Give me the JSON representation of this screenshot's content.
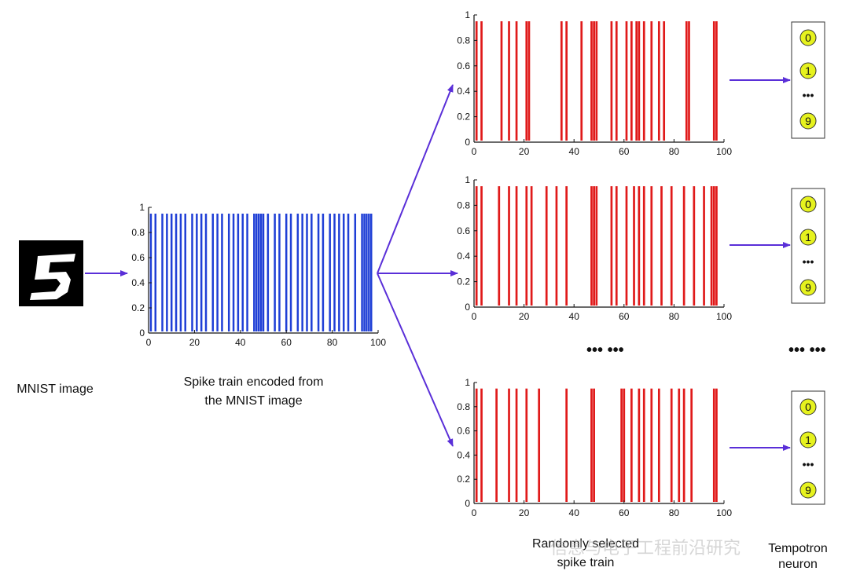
{
  "labels": {
    "mnist_image": "MNIST image",
    "encoded_line1": "Spike train encoded from",
    "encoded_line2": "the MNIST image",
    "selected_line1": "Randomly selected",
    "selected_line2": "spike train",
    "neuron_line1": "Tempotron",
    "neuron_line2": "neuron",
    "watermark": "信息与电子工程前沿研究"
  },
  "ellipsis": "••• •••",
  "neuron_ellipsis": "••• •••",
  "neuron_labels": [
    "0",
    "1",
    "•••",
    "9"
  ],
  "colors": {
    "encoded": "#1f3fd6",
    "selected": "#e01a1a",
    "arrow": "#5a2fd8",
    "neuron_fill": "#e6f21e",
    "axis": "#111111"
  },
  "chart_data": [
    {
      "type": "bar",
      "name": "encoded",
      "xlim": [
        0,
        100
      ],
      "ylim": [
        0,
        1
      ],
      "xticks": [
        0,
        20,
        40,
        60,
        80,
        100
      ],
      "yticks": [
        0,
        0.2,
        0.4,
        0.6,
        0.8,
        1
      ],
      "spike_height": 0.95,
      "spikes": [
        1,
        3,
        6,
        8,
        10,
        12,
        14,
        16,
        19,
        21,
        23,
        25,
        28,
        30,
        32,
        35,
        37,
        39,
        41,
        43,
        46,
        47,
        48,
        49,
        50,
        52,
        55,
        57,
        60,
        62,
        65,
        67,
        69,
        71,
        74,
        76,
        79,
        81,
        83,
        85,
        87,
        90,
        93,
        94,
        95,
        96,
        97
      ]
    },
    {
      "type": "bar",
      "name": "selected-1",
      "xlim": [
        0,
        100
      ],
      "ylim": [
        0,
        1
      ],
      "xticks": [
        0,
        20,
        40,
        60,
        80,
        100
      ],
      "yticks": [
        0,
        0.2,
        0.4,
        0.6,
        0.8,
        1
      ],
      "spike_height": 0.95,
      "spikes": [
        1,
        3,
        11,
        14,
        17,
        21,
        22,
        35,
        37,
        43,
        47,
        48,
        49,
        55,
        57,
        61,
        63,
        65,
        66,
        68,
        71,
        74,
        76,
        85,
        86,
        96,
        97
      ]
    },
    {
      "type": "bar",
      "name": "selected-2",
      "xlim": [
        0,
        100
      ],
      "ylim": [
        0,
        1
      ],
      "xticks": [
        0,
        20,
        40,
        60,
        80,
        100
      ],
      "yticks": [
        0,
        0.2,
        0.4,
        0.6,
        0.8,
        1
      ],
      "spike_height": 0.95,
      "spikes": [
        1,
        3,
        10,
        14,
        17,
        21,
        23,
        29,
        33,
        37,
        47,
        48,
        49,
        55,
        57,
        61,
        64,
        66,
        68,
        71,
        75,
        79,
        84,
        88,
        92,
        95,
        96,
        97
      ]
    },
    {
      "type": "bar",
      "name": "selected-3",
      "xlim": [
        0,
        100
      ],
      "ylim": [
        0,
        1
      ],
      "xticks": [
        0,
        20,
        40,
        60,
        80,
        100
      ],
      "yticks": [
        0,
        0.2,
        0.4,
        0.6,
        0.8,
        1
      ],
      "spike_height": 0.95,
      "spikes": [
        1,
        3,
        9,
        14,
        17,
        21,
        26,
        37,
        47,
        48,
        59,
        60,
        63,
        66,
        68,
        71,
        74,
        79,
        82,
        84,
        87,
        96,
        97
      ]
    }
  ]
}
